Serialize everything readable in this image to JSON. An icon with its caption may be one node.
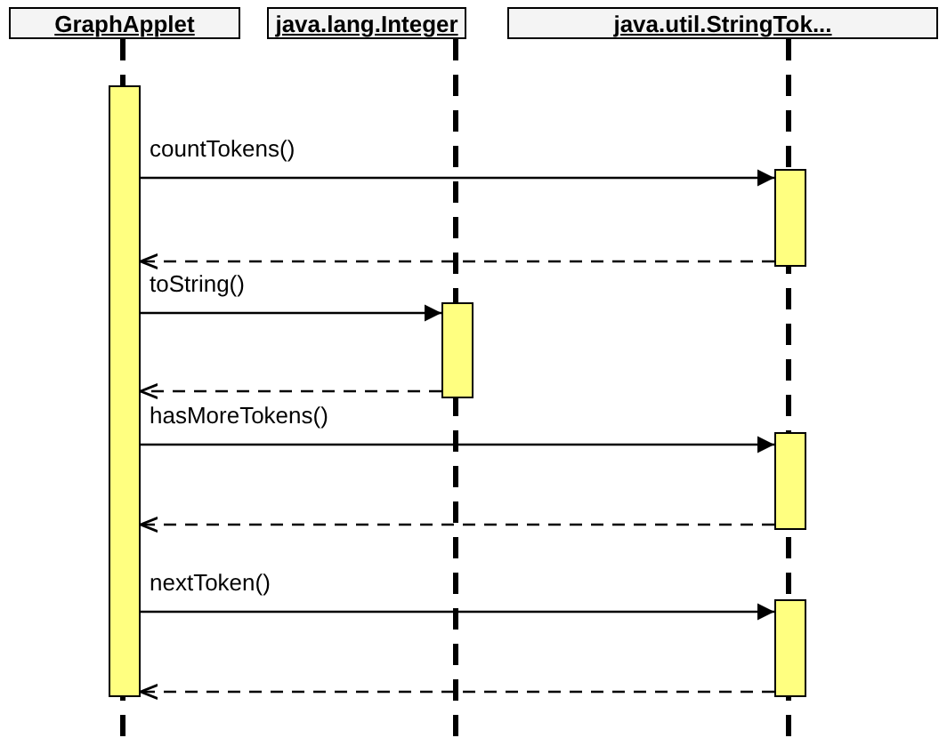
{
  "diagram": {
    "nodes": [
      {
        "text": [
          "GraphApplet"
        ]
      },
      {
        "text": [
          "java.lang.Integer"
        ]
      },
      {
        "text": [
          "java.util.StringTok..."
        ]
      },
      {
        "text": [],
        "shape": "bar"
      },
      {
        "text": [],
        "shape": "bar"
      },
      {
        "text": [],
        "shape": "bar"
      },
      {
        "text": [],
        "shape": "bar"
      },
      {
        "text": [],
        "shape": "bar"
      }
    ],
    "edges": [
      {
        "from": 3,
        "to": 4,
        "arrow": "to",
        "label": "countTokens()"
      },
      {
        "from": 4,
        "to": 3,
        "arrow": "to",
        "style": "dashed"
      },
      {
        "from": 3,
        "to": 5,
        "arrow": "to",
        "label": "toString()"
      },
      {
        "from": 5,
        "to": 3,
        "arrow": "to",
        "style": "dashed"
      },
      {
        "from": 3,
        "to": 6,
        "arrow": "to",
        "label": "hasMoreTokens()"
      },
      {
        "from": 6,
        "to": 3,
        "arrow": "to",
        "style": "dashed"
      },
      {
        "from": 3,
        "to": 7,
        "arrow": "to",
        "label": "nextToken()"
      },
      {
        "from": 7,
        "to": 3,
        "arrow": "to",
        "style": "dashed"
      }
    ]
  }
}
